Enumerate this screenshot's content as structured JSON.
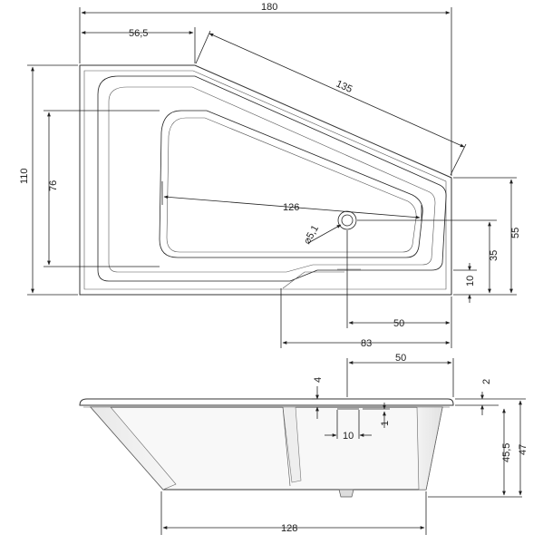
{
  "top_view": {
    "dims": {
      "overall_width": "180",
      "left_edge": "56,5",
      "slant_length": "135",
      "overall_depth": "110",
      "inner_depth": "76",
      "inner_length": "126",
      "drain_diameter": "⌀5,1",
      "right_depth": "55",
      "drain_offset_y": "35",
      "bottom_offset": "10",
      "drain_offset_x": "50",
      "bottom_right_width": "83"
    }
  },
  "side_view": {
    "dims": {
      "drain_offset_x": "50",
      "rim_depth": "4",
      "rim_top": "2",
      "drain_width": "10",
      "drain_step": "1",
      "inner_height": "45,5",
      "total_height": "47",
      "bottom_length": "128"
    }
  }
}
